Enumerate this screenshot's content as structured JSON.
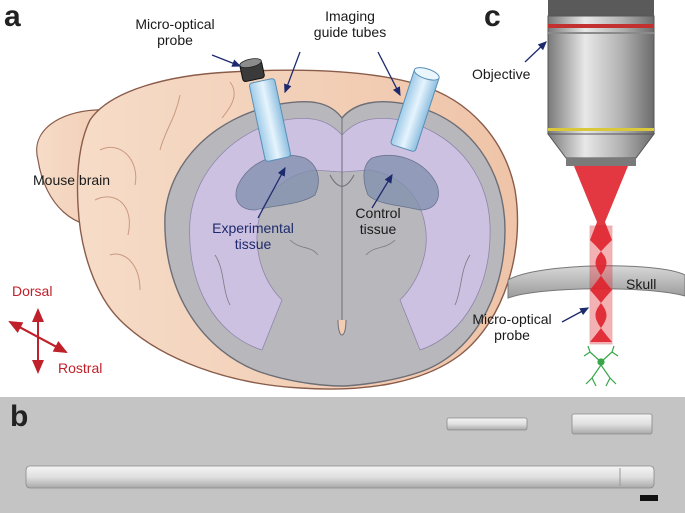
{
  "panels": {
    "a": "a",
    "b": "b",
    "c": "c"
  },
  "panel_a": {
    "micro_optical_probe": "Micro-optical\nprobe",
    "imaging_guide_tubes": "Imaging\nguide tubes",
    "mouse_brain": "Mouse brain",
    "experimental_tissue": "Experimental\ntissue",
    "control_tissue": "Control\ntissue",
    "dorsal": "Dorsal",
    "rostral": "Rostral"
  },
  "panel_c": {
    "objective": "Objective",
    "skull": "Skull",
    "micro_optical_probe": "Micro-optical\nprobe"
  },
  "colors": {
    "brain_skin": "#f2cdb4",
    "brain_outline": "#8a5c4a",
    "section_gray": "#b8b8bc",
    "white_matter_lilac": "#cfc3e6",
    "guide_tube": "#b7dcf2",
    "laser_red": "#e0222c",
    "neuron_green": "#3aa64a",
    "label_red": "#c0202a",
    "label_navy": "#1e2a6e"
  }
}
